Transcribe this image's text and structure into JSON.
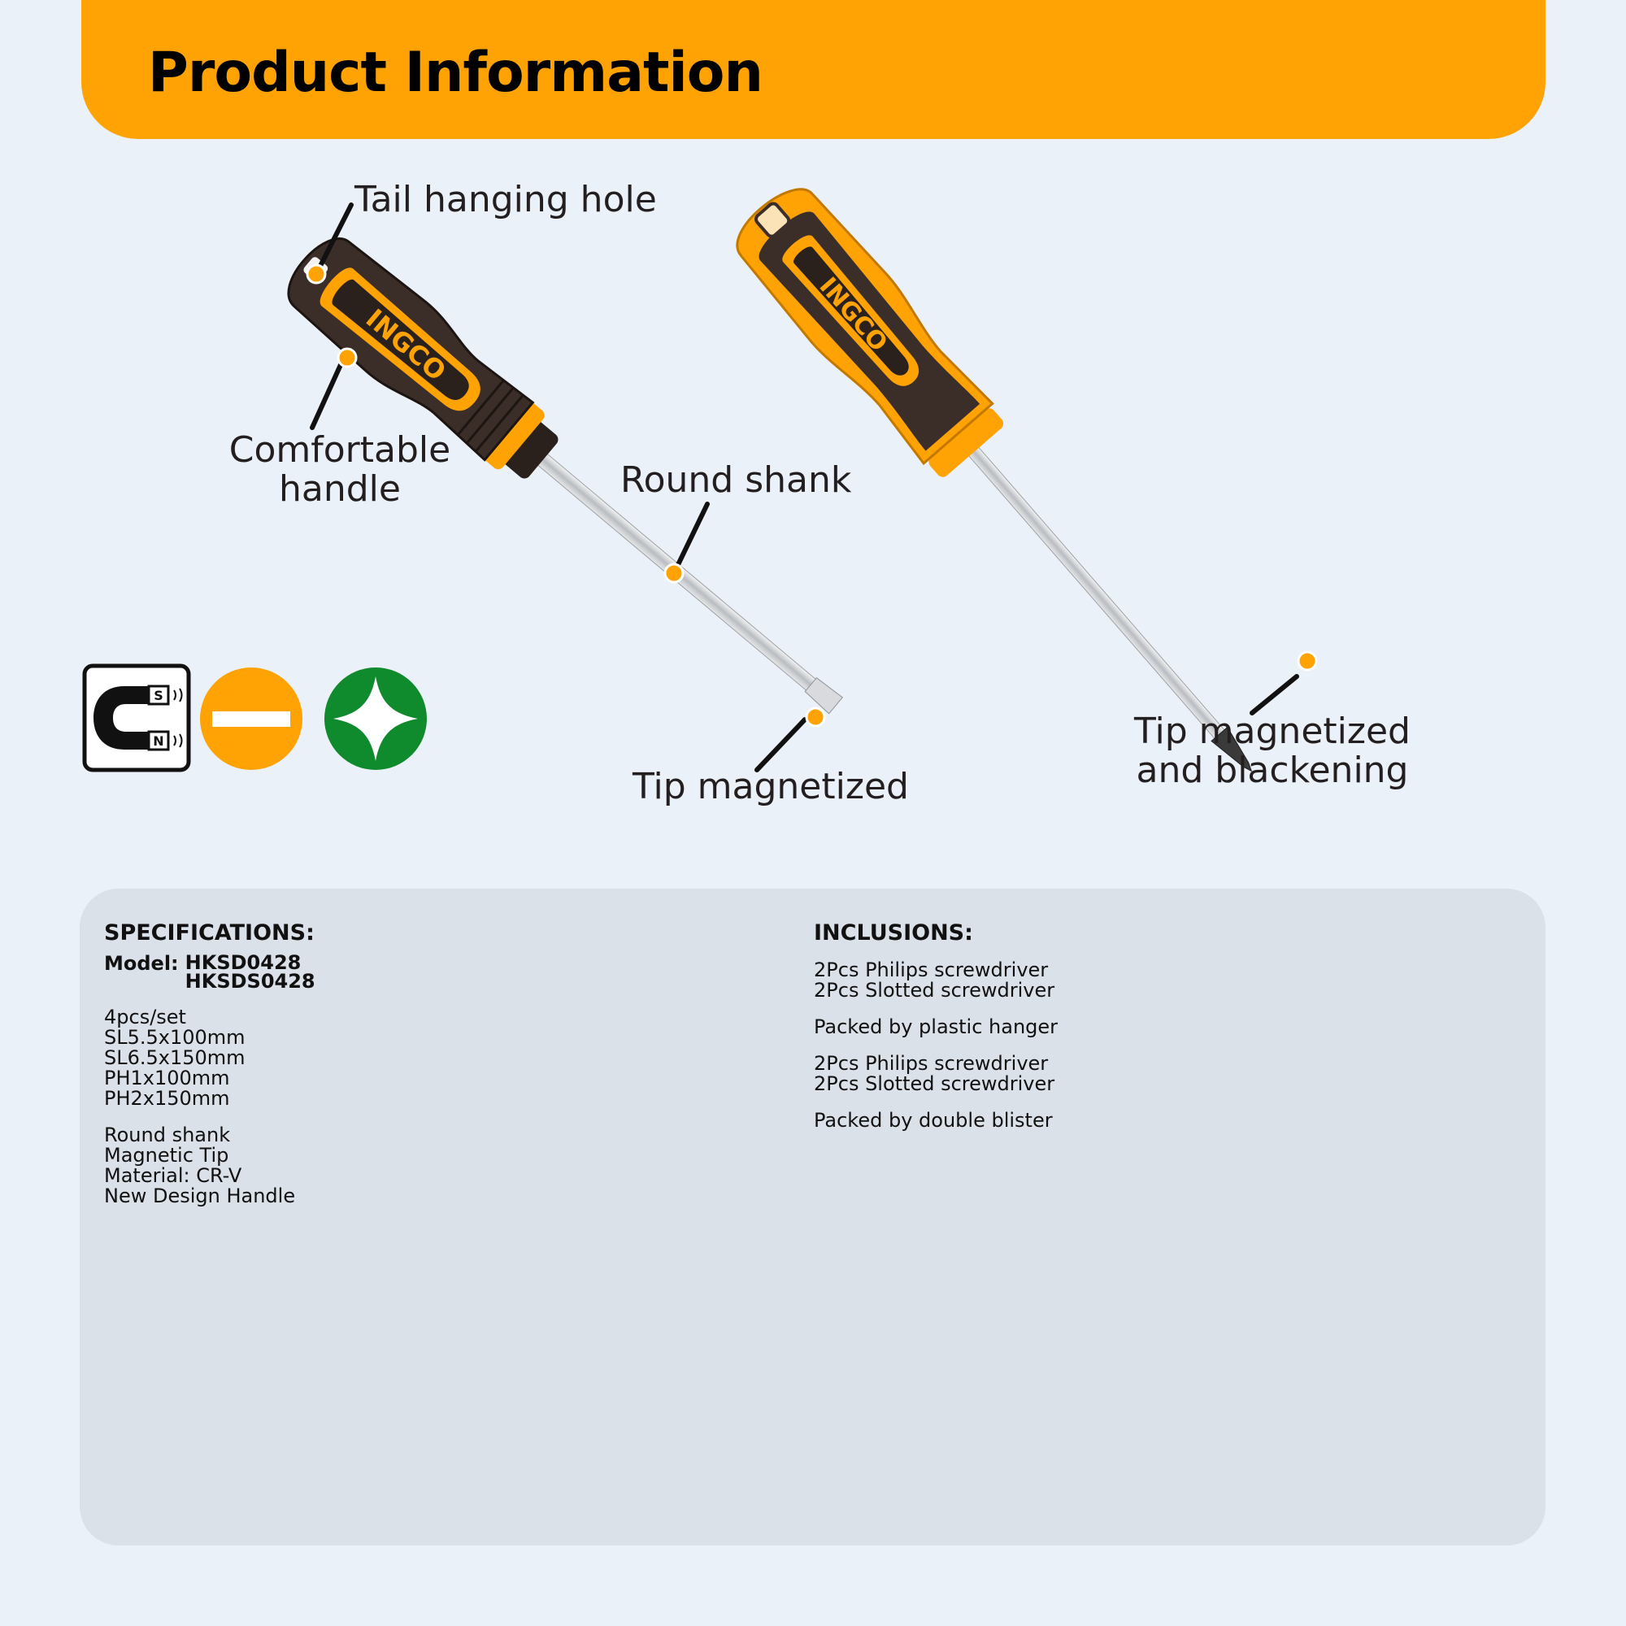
{
  "header": {
    "title": "Product Information"
  },
  "callouts": {
    "tail_hanging_hole": "Tail hanging hole",
    "comfortable_handle_line1": "Comfortable",
    "comfortable_handle_line2": "handle",
    "round_shank": "Round shank",
    "tip_magnetized": "Tip magnetized",
    "tip_magnetized_blackening_line1": "Tip magnetized",
    "tip_magnetized_blackening_line2": "and blackening"
  },
  "brand": {
    "logo_text": "INGCO"
  },
  "feature_icons": {
    "magnet_pole_top": "S",
    "magnet_pole_bottom": "N"
  },
  "colors": {
    "accent_orange": "#ffa305",
    "page_background": "#ebf1f8",
    "panel_background": "#dbe1e8",
    "handle_dark": "#3b2e29",
    "phillips_green": "#0f8a2c"
  },
  "specifications": {
    "heading": "SPECIFICATIONS:",
    "model_label": "Model:",
    "models": [
      "HKSD0428",
      "HKSDS0428"
    ],
    "set_lines": [
      "4pcs/set",
      "SL5.5x100mm",
      "SL6.5x150mm",
      "PH1x100mm",
      "PH2x150mm"
    ],
    "feature_lines": [
      "Round shank",
      "Magnetic Tip",
      "Material: CR-V",
      "New Design Handle"
    ]
  },
  "inclusions": {
    "heading": "INCLUSIONS:",
    "groups": [
      [
        "2Pcs Philips screwdriver",
        "2Pcs Slotted screwdriver"
      ],
      [
        "Packed by plastic hanger"
      ],
      [
        "2Pcs Philips screwdriver",
        "2Pcs Slotted screwdriver"
      ],
      [
        "Packed by double blister"
      ]
    ]
  }
}
